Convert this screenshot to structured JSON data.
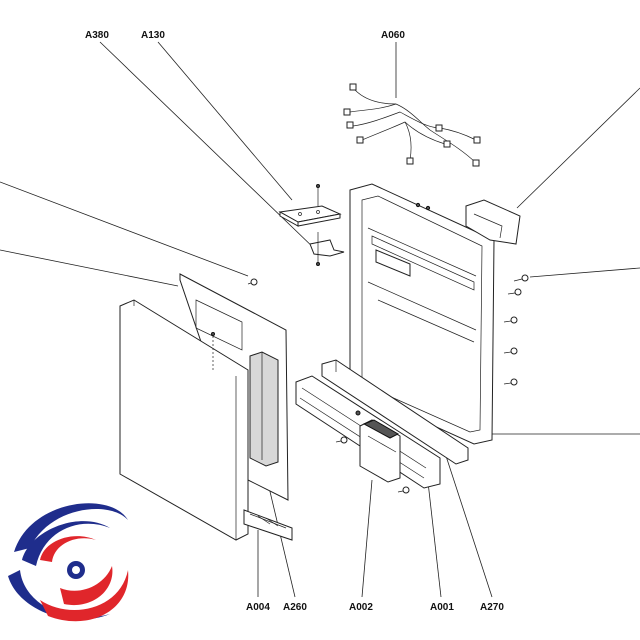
{
  "labels": {
    "a380": "A380",
    "a130": "A130",
    "a060": "A060",
    "a004": "A004",
    "a260": "A260",
    "a002": "A002",
    "a001": "A001",
    "a270": "A270"
  },
  "colors": {
    "logo_blue": "#1f2d8c",
    "logo_red": "#e0262b"
  }
}
